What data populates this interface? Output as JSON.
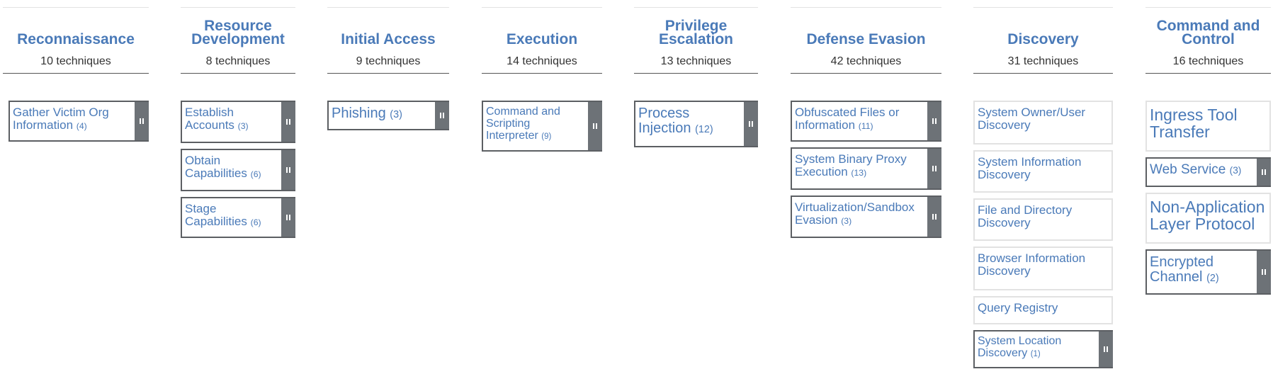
{
  "tactics": [
    {
      "name": "Reconnaissance",
      "count": "10 techniques",
      "techniques": [
        {
          "name": "Gather Victim Org Information",
          "count": "(4)",
          "expandable": true
        }
      ]
    },
    {
      "name": "Resource Development",
      "count": "8 techniques",
      "techniques": [
        {
          "name": "Establish Accounts",
          "count": "(3)",
          "expandable": true
        },
        {
          "name": "Obtain Capabilities",
          "count": "(6)",
          "expandable": true
        },
        {
          "name": "Stage Capabilities",
          "count": "(6)",
          "expandable": true
        }
      ]
    },
    {
      "name": "Initial Access",
      "count": "9 techniques",
      "techniques": [
        {
          "name": "Phishing",
          "count": "(3)",
          "expandable": true
        }
      ]
    },
    {
      "name": "Execution",
      "count": "14 techniques",
      "techniques": [
        {
          "name": "Command and Scripting Interpreter",
          "count": "(9)",
          "expandable": true
        }
      ]
    },
    {
      "name": "Privilege Escalation",
      "count": "13 techniques",
      "techniques": [
        {
          "name": "Process Injection",
          "count": "(12)",
          "expandable": true
        }
      ]
    },
    {
      "name": "Defense Evasion",
      "count": "42 techniques",
      "techniques": [
        {
          "name": "Obfuscated Files or Information",
          "count": "(11)",
          "expandable": true
        },
        {
          "name": "System Binary Proxy Execution",
          "count": "(13)",
          "expandable": true
        },
        {
          "name": "Virtualization/Sandbox Evasion",
          "count": "(3)",
          "expandable": true
        }
      ]
    },
    {
      "name": "Discovery",
      "count": "31 techniques",
      "techniques": [
        {
          "name": "System Owner/User Discovery",
          "count": "",
          "expandable": false
        },
        {
          "name": "System Information Discovery",
          "count": "",
          "expandable": false
        },
        {
          "name": "File and Directory Discovery",
          "count": "",
          "expandable": false
        },
        {
          "name": "Browser Information Discovery",
          "count": "",
          "expandable": false
        },
        {
          "name": "Query Registry",
          "count": "",
          "expandable": false
        },
        {
          "name": "System Location Discovery",
          "count": "(1)",
          "expandable": true
        }
      ]
    },
    {
      "name": "Command and Control",
      "count": "16 techniques",
      "techniques": [
        {
          "name": "Ingress Tool Transfer",
          "count": "",
          "expandable": false
        },
        {
          "name": "Web Service",
          "count": "(3)",
          "expandable": true
        },
        {
          "name": "Non-Application Layer Protocol",
          "count": "",
          "expandable": false
        },
        {
          "name": "Encrypted Channel",
          "count": "(2)",
          "expandable": true
        }
      ]
    }
  ]
}
